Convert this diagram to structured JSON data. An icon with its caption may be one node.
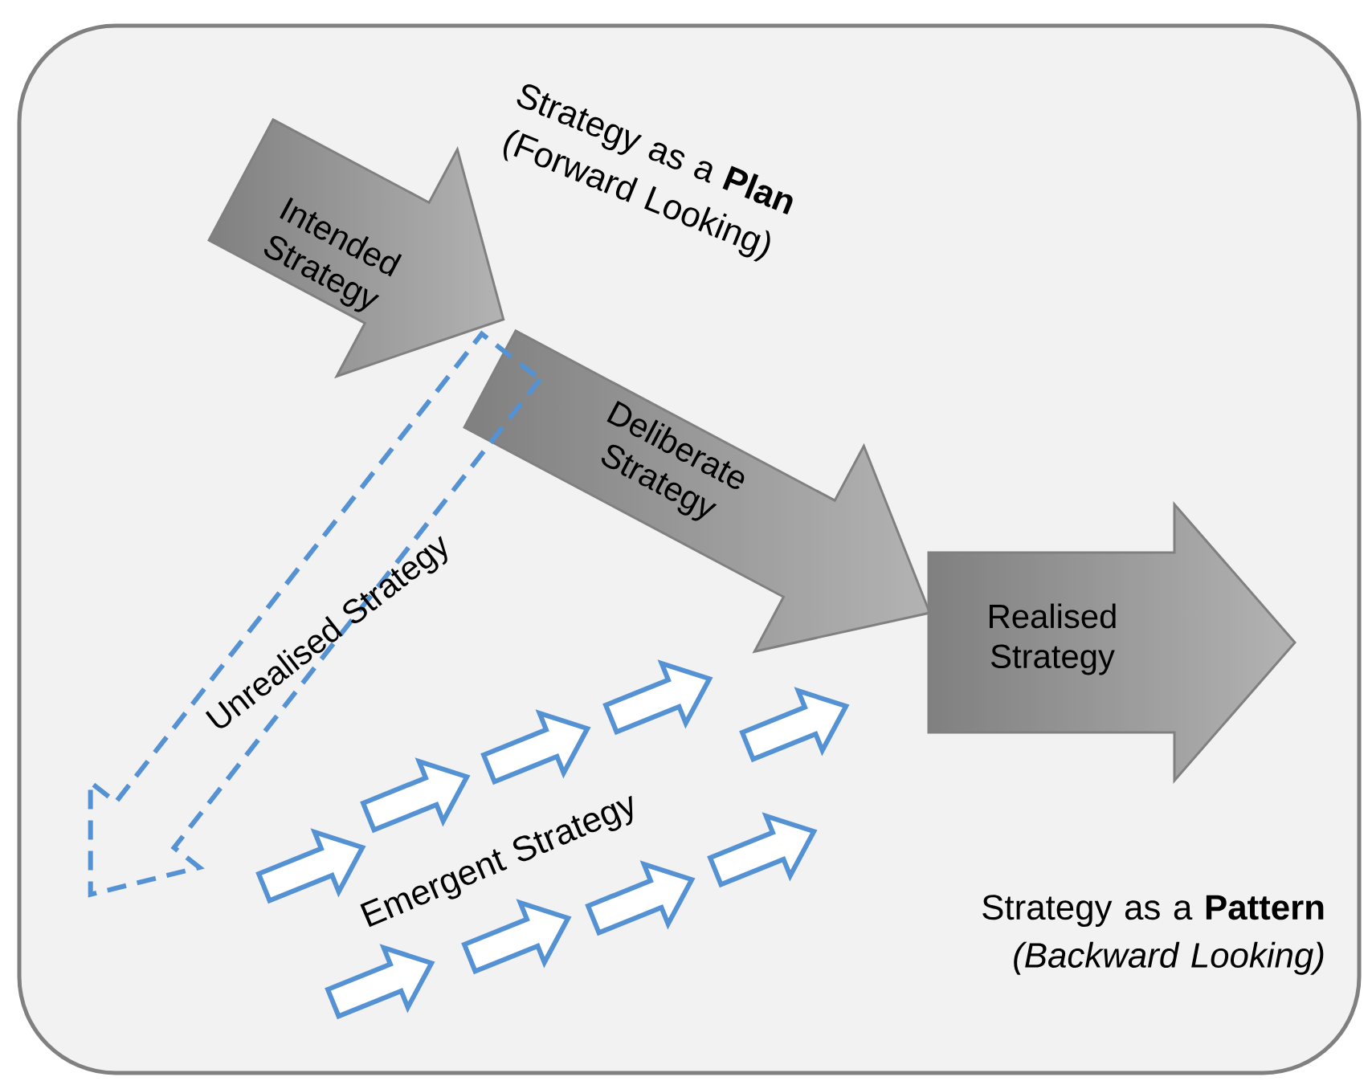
{
  "diagram": {
    "nodes": [
      {
        "text": [
          "Intended Strategy"
        ]
      },
      {
        "text": [
          "Deliberate Strategy"
        ]
      },
      {
        "text": [
          "Unrealised Strategy"
        ]
      },
      {
        "text": [
          "Realised Strategy"
        ]
      }
    ],
    "labels": [
      "Strategy as a **Plan** (Forward Looking)",
      "Emergent Strategy",
      "Strategy as a **Pattern** *(Backward Looking)*"
    ]
  }
}
